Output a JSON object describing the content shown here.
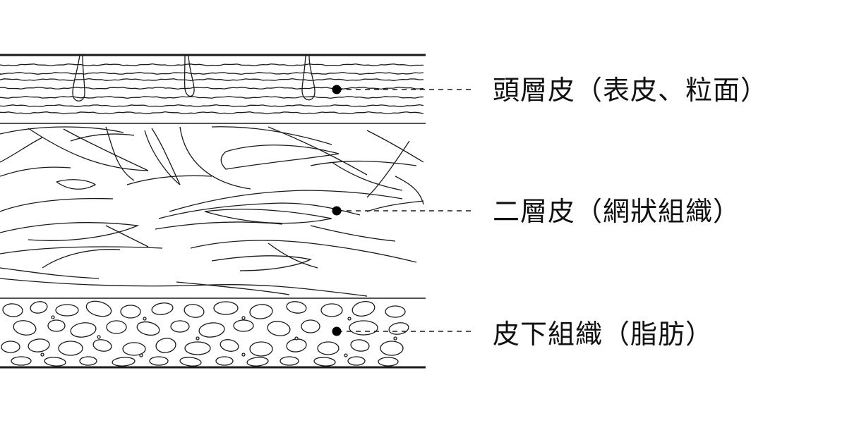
{
  "layers": [
    {
      "id": "epidermis",
      "label": "頭層皮（表皮、粒面）"
    },
    {
      "id": "dermis",
      "label": "二層皮（網狀組織）"
    },
    {
      "id": "subcutis",
      "label": "皮下組織（脂肪）"
    }
  ],
  "colors": {
    "line": "#1a1a1a",
    "background": "#ffffff",
    "text": "#111111"
  }
}
